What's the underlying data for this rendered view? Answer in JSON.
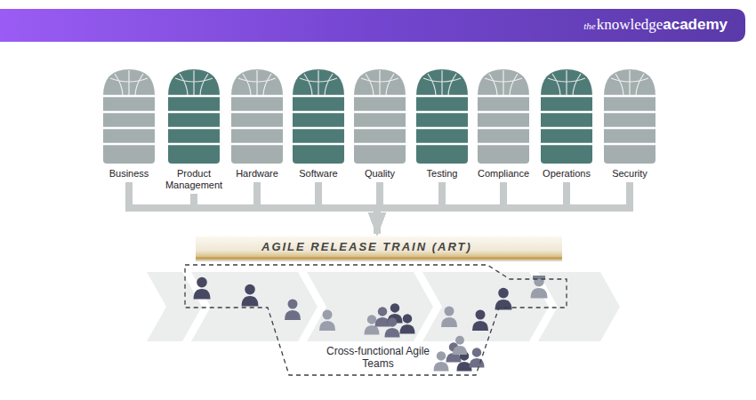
{
  "diagram": {
    "nodes": [
      {
        "text": [
          "Business"
        ]
      },
      {
        "text": [
          "Product Management"
        ]
      },
      {
        "text": [
          "Hardware"
        ]
      },
      {
        "text": [
          "Software"
        ]
      },
      {
        "text": [
          "Quality"
        ]
      },
      {
        "text": [
          "Testing"
        ]
      },
      {
        "text": [
          "Compliance"
        ]
      },
      {
        "text": [
          "Operations"
        ]
      },
      {
        "text": [
          "Security"
        ]
      },
      {
        "text": [
          "AGILE RELEASE TRAIN (ART)"
        ]
      },
      {
        "text": [
          "Cross-functional Agile Teams"
        ]
      }
    ],
    "edges": [
      {
        "from": 0,
        "to": 9,
        "arrow": "to"
      },
      {
        "from": 1,
        "to": 9,
        "arrow": "to"
      },
      {
        "from": 2,
        "to": 9,
        "arrow": "to"
      },
      {
        "from": 3,
        "to": 9,
        "arrow": "to"
      },
      {
        "from": 4,
        "to": 9,
        "arrow": "to"
      },
      {
        "from": 5,
        "to": 9,
        "arrow": "to"
      },
      {
        "from": 6,
        "to": 9,
        "arrow": "to"
      },
      {
        "from": 7,
        "to": 9,
        "arrow": "to"
      },
      {
        "from": 8,
        "to": 9,
        "arrow": "to"
      }
    ],
    "labels": [
      "the",
      "knowledge",
      "academy"
    ]
  }
}
